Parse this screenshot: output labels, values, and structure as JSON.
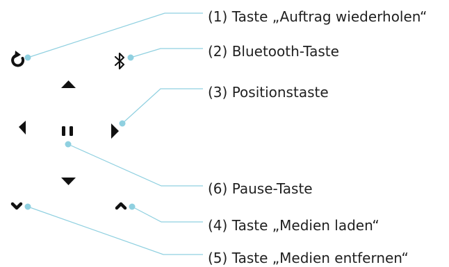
{
  "callouts": [
    {
      "number": "(1)",
      "label": "(1) Taste „Auftrag wiederholen“"
    },
    {
      "number": "(2)",
      "label": "(2) Bluetooth-Taste"
    },
    {
      "number": "(3)",
      "label": "(3) Positionstaste"
    },
    {
      "number": "(6)",
      "label": "(6) Pause-Taste"
    },
    {
      "number": "(4)",
      "label": "(4) Taste „Medien laden“"
    },
    {
      "number": "(5)",
      "label": "(5) Taste „Medien entfernen“"
    }
  ],
  "buttons": {
    "repeat_job": "repeat-icon",
    "bluetooth": "bluetooth-icon",
    "position_up": "triangle-up-icon",
    "position_left": "triangle-left-icon",
    "position_right": "triangle-right-icon",
    "position_down": "triangle-down-icon",
    "pause": "pause-icon",
    "media_load": "chevron-up-icon",
    "media_remove": "chevron-down-icon"
  },
  "colors": {
    "leader_line": "#8fd0e0",
    "icon": "#111111",
    "text": "#1f1f1f"
  }
}
